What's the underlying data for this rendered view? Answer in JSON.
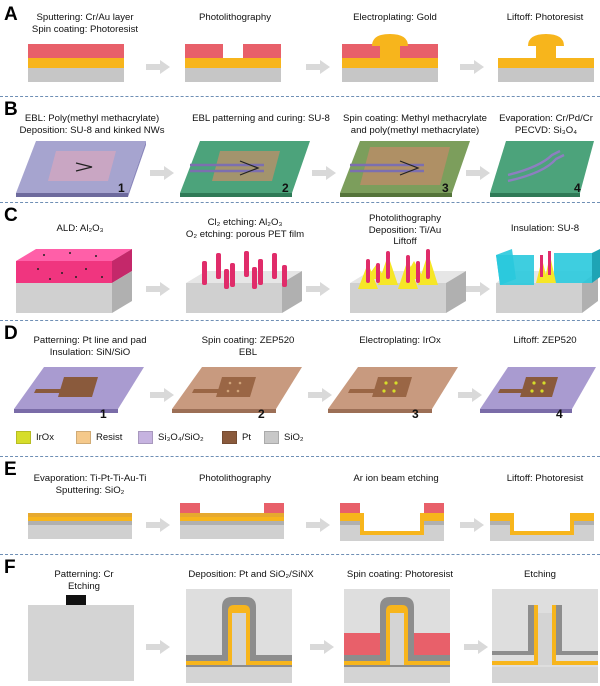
{
  "panels": {
    "A": {
      "letter": "A",
      "caps": [
        "Sputtering: Cr/Au layer\nSpin coating: Photoresist",
        "Photolithography",
        "Electroplating: Gold",
        "Liftoff: Photoresist"
      ]
    },
    "B": {
      "letter": "B",
      "caps": [
        "EBL: Poly(methyl methacrylate)\nDeposition: SU-8 and kinked NWs",
        "EBL patterning and curing: SU-8",
        "Spin coating: Methyl methacrylate\nand poly(methyl methacrylate)",
        "Evaporation: Cr/Pd/Cr\nPECVD: Si₃O₄"
      ],
      "nums": [
        "1",
        "2",
        "3",
        "4"
      ]
    },
    "C": {
      "letter": "C",
      "caps": [
        "ALD: Al₂O₃",
        "Cl₂ etching: Al₂O₃\nO₂ etching: porous PET film",
        "Photolithography\nDeposition: Ti/Au\nLiftoff",
        "Insulation: SU-8"
      ]
    },
    "D": {
      "letter": "D",
      "caps": [
        "Patterning: Pt line and pad\nInsulation: SiN/SiO",
        "Spin coating: ZEP520\nEBL",
        "Electroplating: IrOx",
        "Liftoff: ZEP520"
      ],
      "nums": [
        "1",
        "2",
        "3",
        "4"
      ],
      "legend": [
        {
          "label": "IrOx",
          "color": "#d6dd2a"
        },
        {
          "label": "Resist",
          "color": "#f5c98b"
        },
        {
          "label": "Si₃O₄/SiO₂",
          "color": "#c6b3e0"
        },
        {
          "label": "Pt",
          "color": "#8a5a3c"
        },
        {
          "label": "SiO₂",
          "color": "#c8c8c8"
        }
      ]
    },
    "E": {
      "letter": "E",
      "caps": [
        "Evaporation: Ti-Pt-Ti-Au-Ti\nSputtering: SiO₂",
        "Photolithography",
        "Ar ion beam etching",
        "Liftoff: Photoresist"
      ]
    },
    "F": {
      "letter": "F",
      "caps": [
        "Patterning: Cr\nEtching",
        "Deposition: Pt and SiO₂/SiNX",
        "Spin coating: Photoresist",
        "Etching"
      ]
    }
  },
  "colors": {
    "gold": "#f7b51c",
    "resist": "#e8606a",
    "grey": "#c6c6c6",
    "darkgrey": "#8d8d8d",
    "green": "#4ca37b",
    "pink": "#f0357f",
    "cyan": "#29c9dd",
    "purple": "#a99bd0",
    "brown": "#8a5a3c",
    "separator": "#6f8fb5"
  }
}
